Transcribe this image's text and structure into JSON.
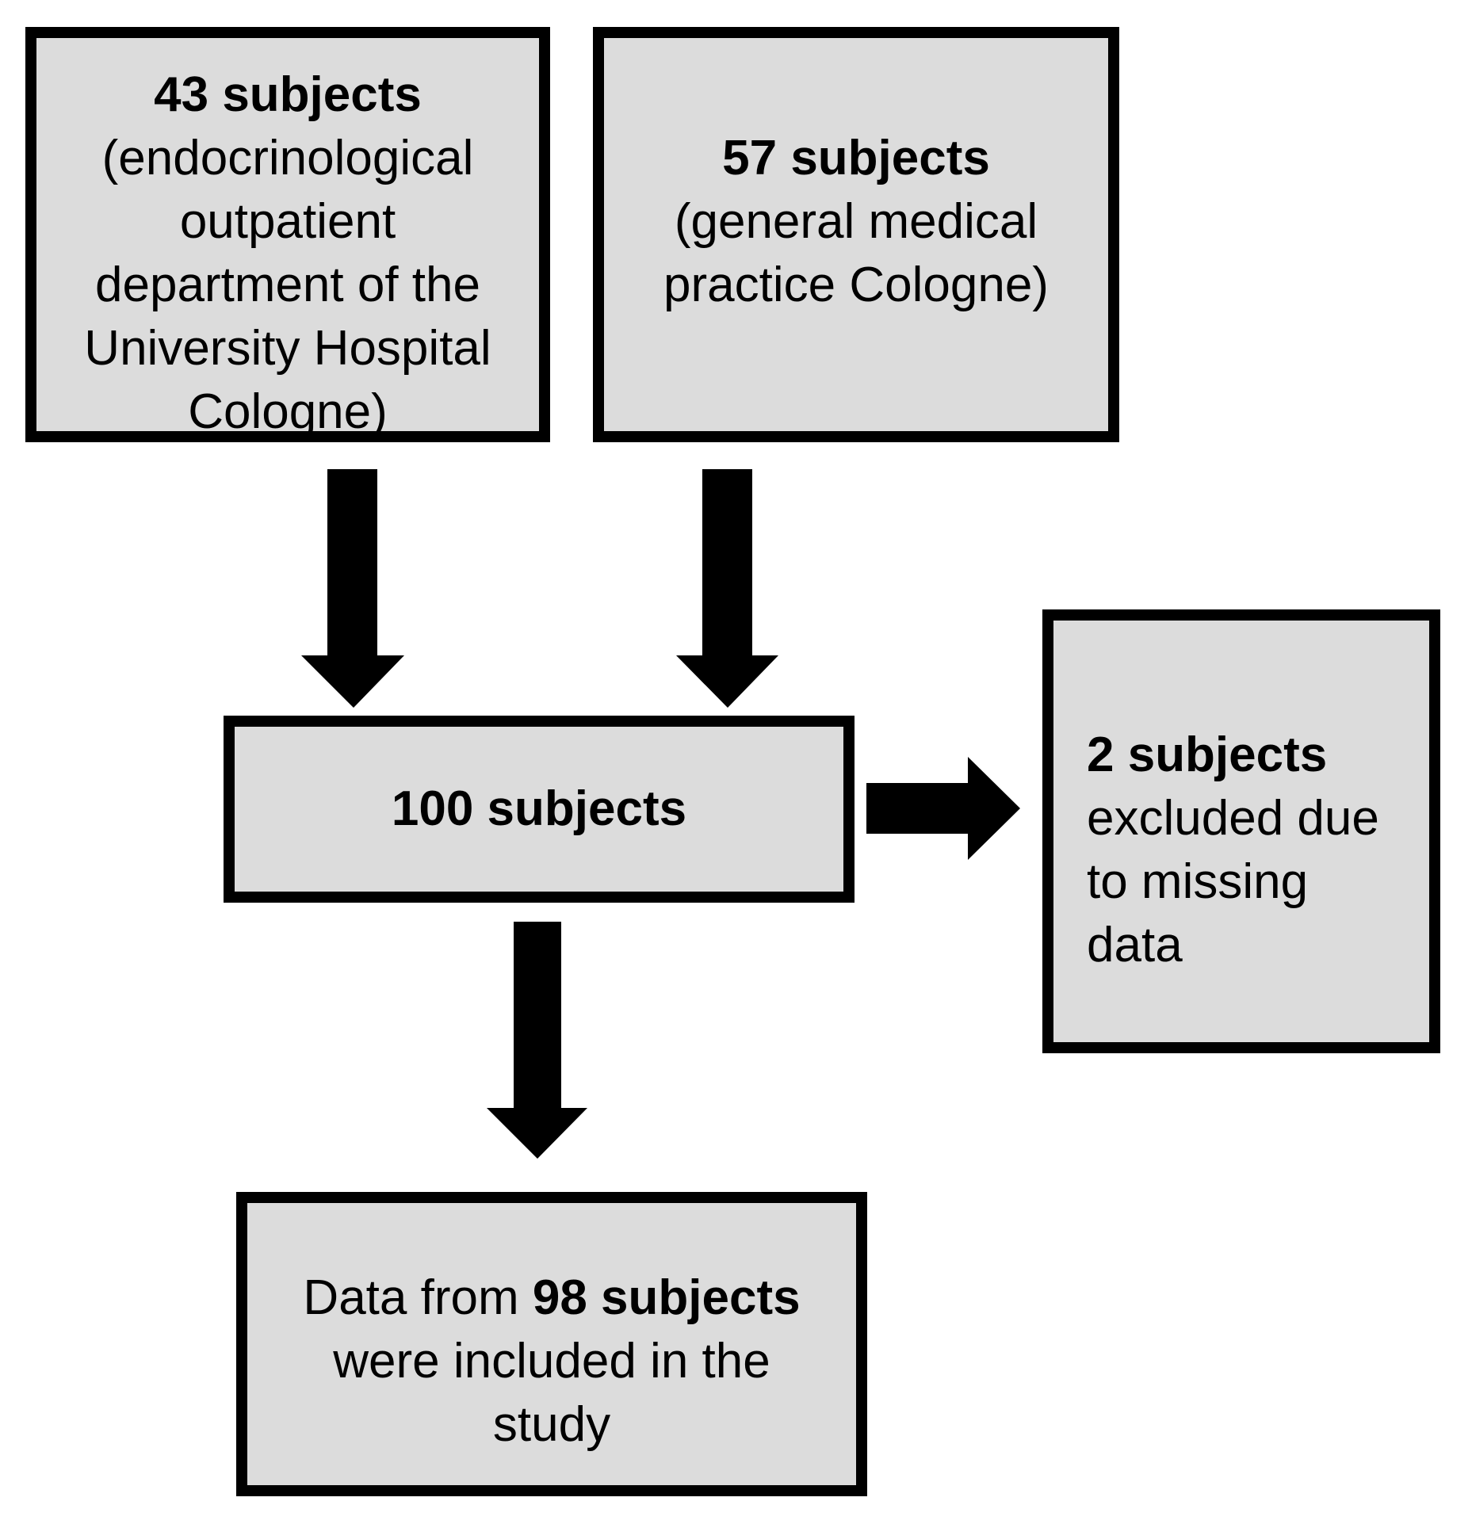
{
  "boxes": {
    "source_a": {
      "bold": "43 subjects",
      "lines": [
        "(endocrinological",
        "outpatient",
        "department of the",
        "University Hospital",
        "Cologne)"
      ]
    },
    "source_b": {
      "bold": "57 subjects",
      "lines": [
        "(general medical",
        "practice Cologne)"
      ]
    },
    "total": {
      "bold": "100 subjects"
    },
    "excluded": {
      "bold": "2 subjects",
      "lines": [
        "excluded due",
        "to missing",
        "data"
      ]
    },
    "included": {
      "prefix": "Data from ",
      "bold": "98 subjects",
      "lines": [
        "were included in the",
        "study"
      ]
    }
  },
  "colors": {
    "box_fill": "#dcdcdc",
    "stroke": "#000000"
  }
}
